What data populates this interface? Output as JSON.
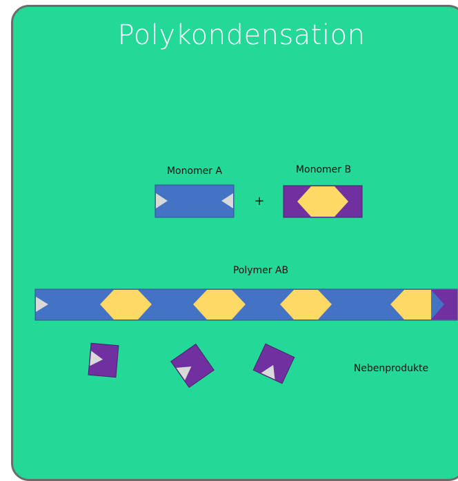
{
  "title": "Polykondensation",
  "labels": {
    "monomer_a": "Monomer A",
    "monomer_b": "Monomer B",
    "plus": "+",
    "polymer": "Polymer AB",
    "byproducts": "Nebenprodukte"
  },
  "colors": {
    "background": "#24d898",
    "border": "#6b6b6b",
    "monomer_a_body": "#4472c4",
    "monomer_b_body": "#7030a0",
    "monomer_b_core": "#ffd966",
    "end_group": "#d9d9d9",
    "title_text": "#ffffff"
  }
}
